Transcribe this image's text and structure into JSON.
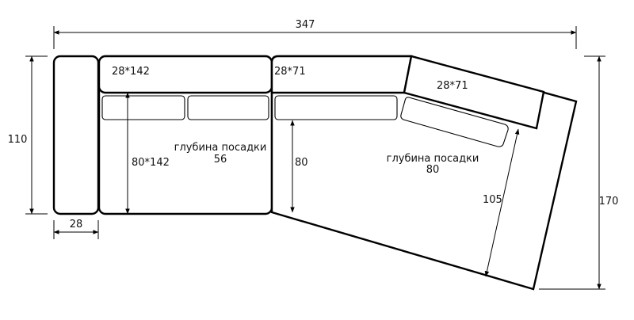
{
  "dimensions": {
    "total_width": "347",
    "left_height": "110",
    "right_height": "170",
    "armrest_width": "28",
    "left_seat_depth": "80*142",
    "middle_seat_depth": "80",
    "corner_seat_depth": "105"
  },
  "backrests": {
    "left": "28*142",
    "middle": "28*71",
    "corner": "28*71"
  },
  "seat_depth_left": {
    "caption": "глубина посадки",
    "value": "56"
  },
  "seat_depth_right": {
    "caption": "глубина посадки",
    "value": "80"
  }
}
